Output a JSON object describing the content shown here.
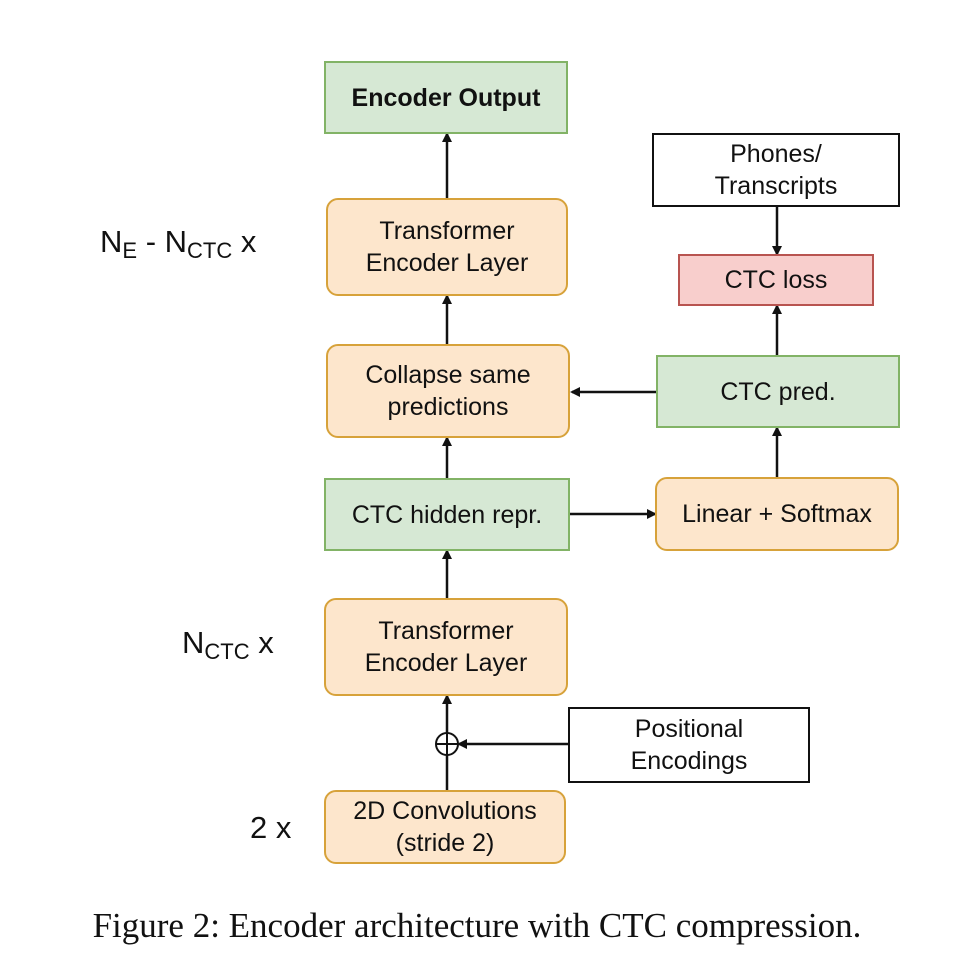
{
  "boxes": {
    "encoder_output": "Encoder Output",
    "transformer_top": [
      "Transformer",
      "Encoder Layer"
    ],
    "collapse": [
      "Collapse same",
      "predictions"
    ],
    "ctc_hidden": "CTC hidden repr.",
    "transformer_bottom": [
      "Transformer",
      "Encoder Layer"
    ],
    "conv": [
      "2D Convolutions",
      "(stride 2)"
    ],
    "phones": [
      "Phones/",
      "Transcripts"
    ],
    "ctc_loss": "CTC loss",
    "ctc_pred": "CTC pred.",
    "linear_softmax": "Linear + Softmax",
    "positional": [
      "Positional",
      "Encodings"
    ]
  },
  "side_labels": {
    "top": {
      "n1": "N",
      "sub1": "E",
      "mid": " - N",
      "sub2": "CTC",
      "suffix": " x"
    },
    "middle": {
      "n": "N",
      "sub": "CTC",
      "suffix": " x"
    },
    "bottom": "2 x"
  },
  "caption": "Figure 2: Encoder architecture with CTC compression.",
  "colors": {
    "orange_fill": "#fde6cc",
    "orange_stroke": "#d7a23a",
    "green_fill": "#d6e8d4",
    "green_stroke": "#82b366",
    "red_fill": "#f8cecc",
    "red_stroke": "#b85450"
  }
}
